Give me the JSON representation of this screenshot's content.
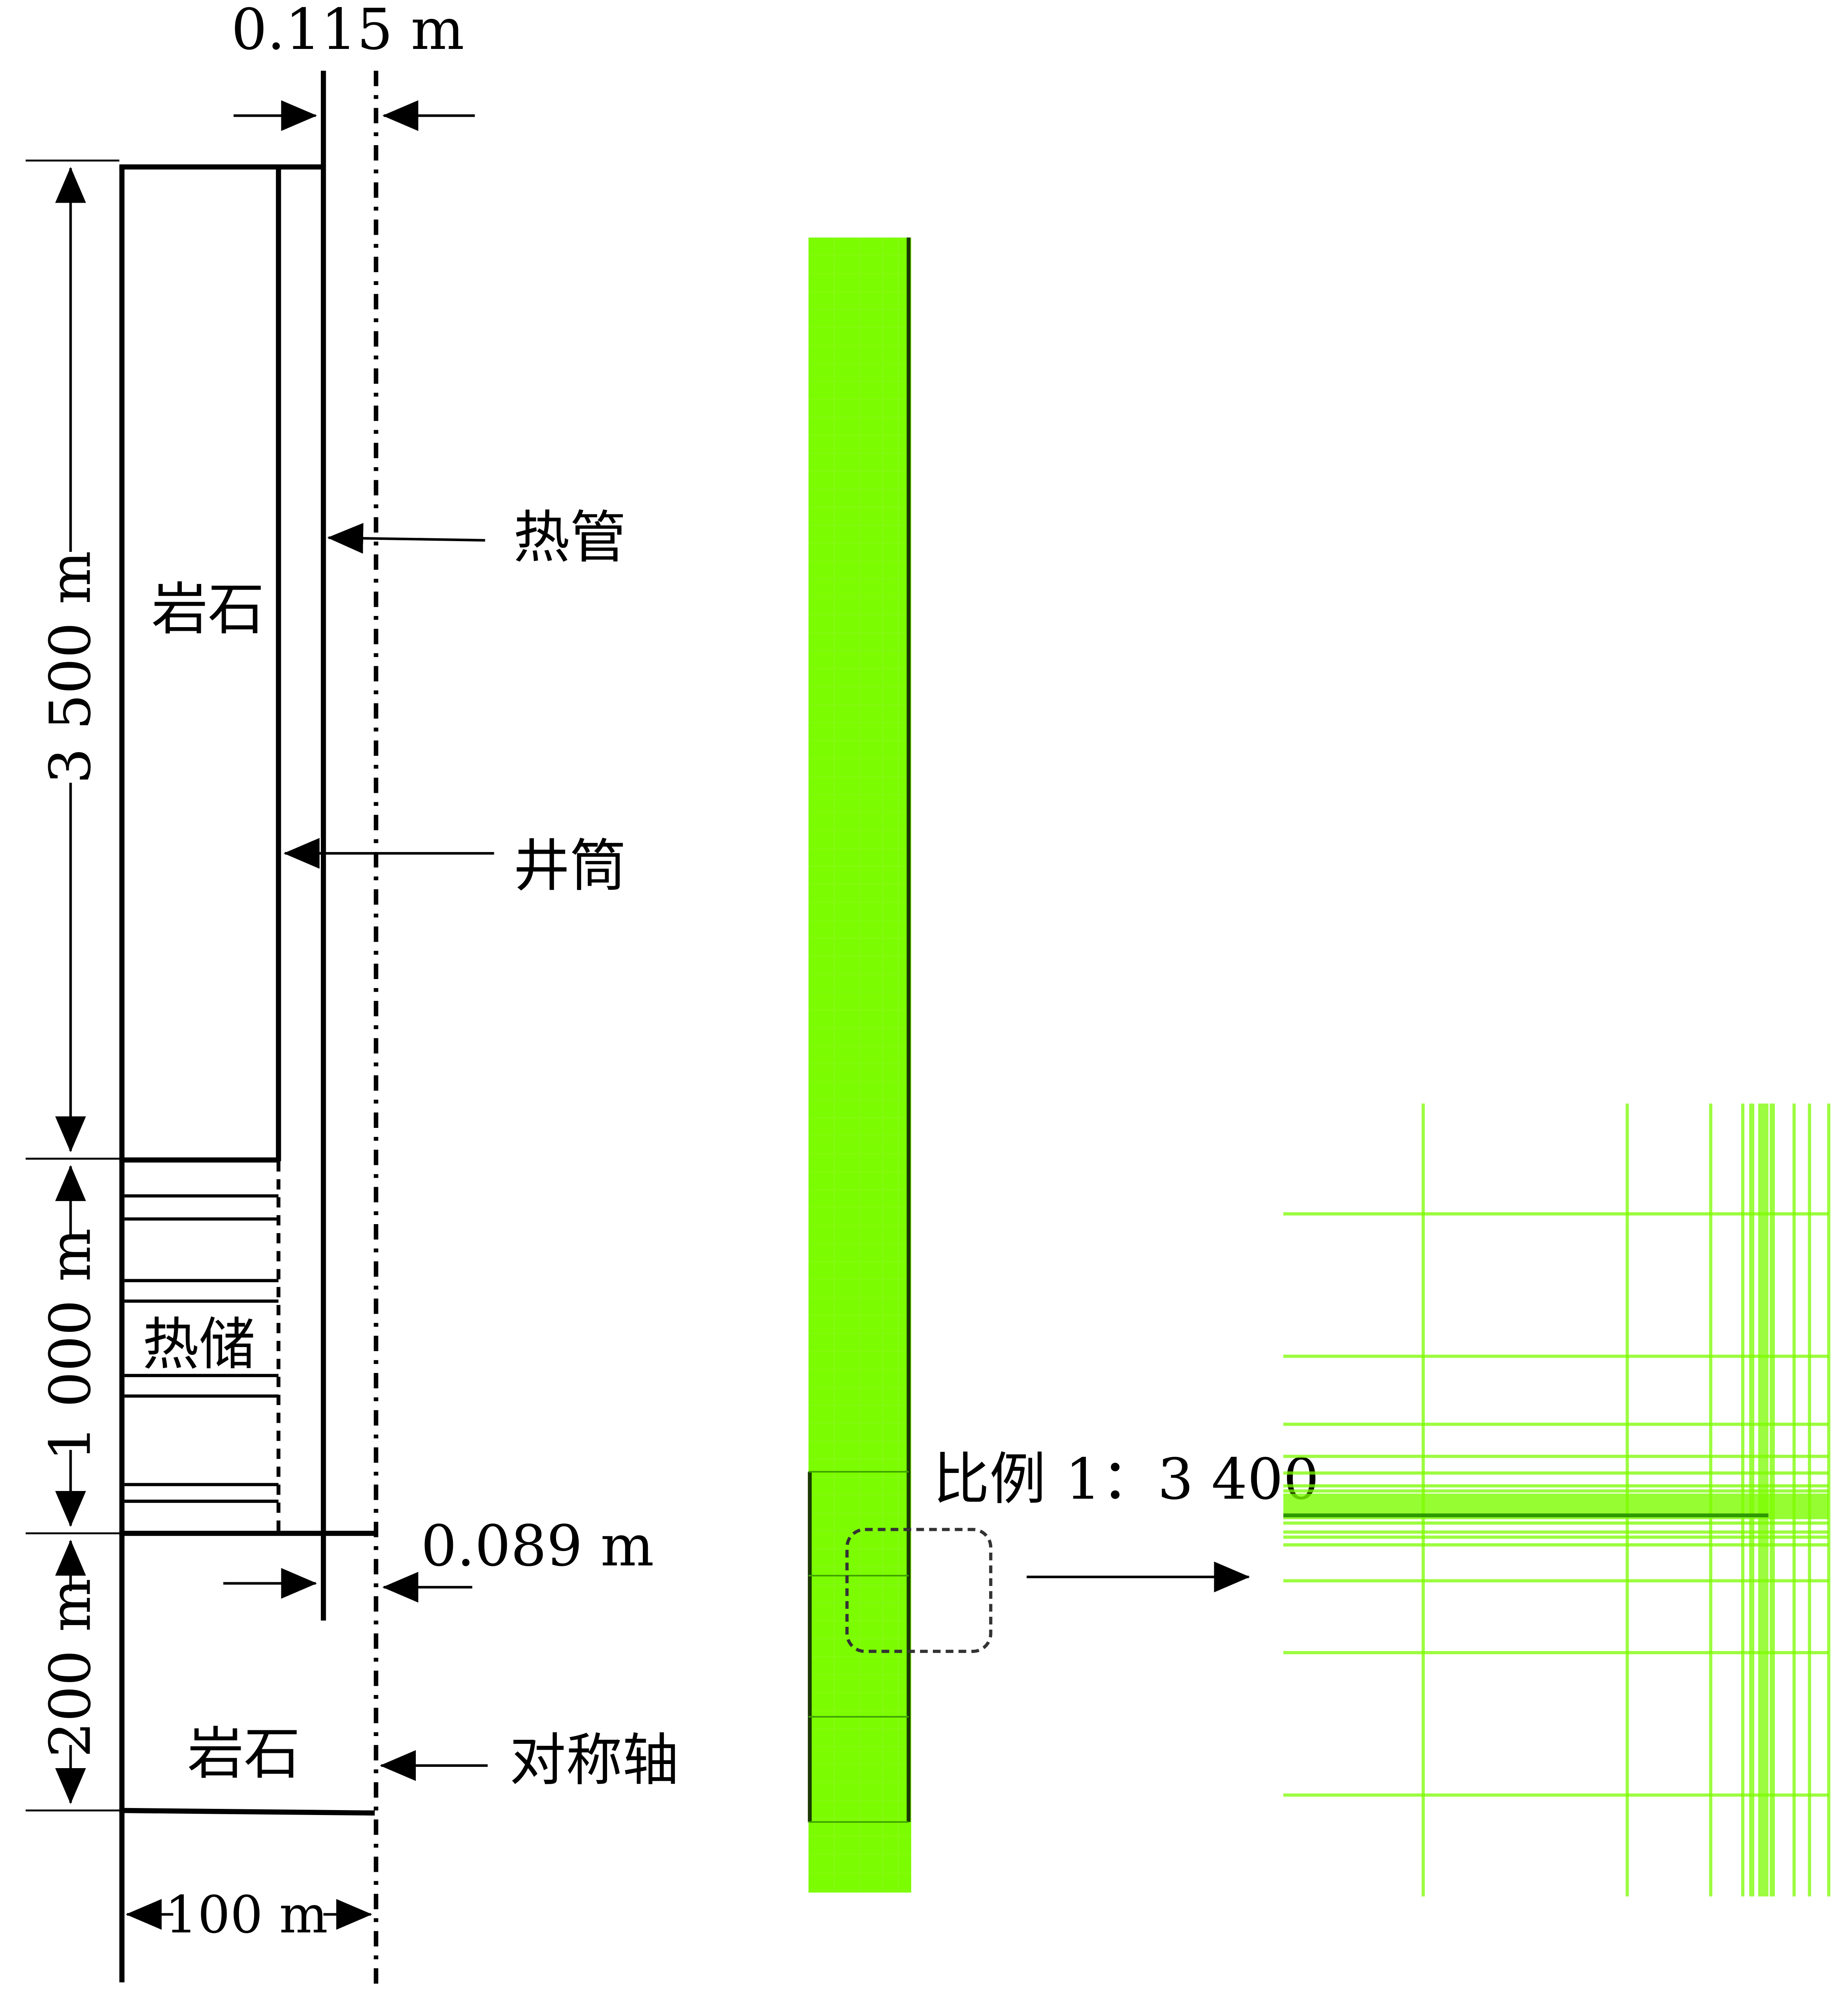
{
  "schematic": {
    "dimensions": {
      "top_gap": "0.115 m",
      "upper_depth": "3 500 m",
      "reservoir_depth": "1 000 m",
      "lower_depth": "200 m",
      "bottom_gap": "0.089 m",
      "width": "100 m"
    },
    "labels": {
      "rock_upper": "岩石",
      "reservoir": "热储",
      "rock_lower": "岩石",
      "heat_pipe": "热管",
      "wellbore": "井筒",
      "symmetry_axis": "对称轴"
    }
  },
  "mesh": {
    "scale_label": "比例",
    "scale_value": "1：3 400",
    "color": "#7cfc00"
  }
}
